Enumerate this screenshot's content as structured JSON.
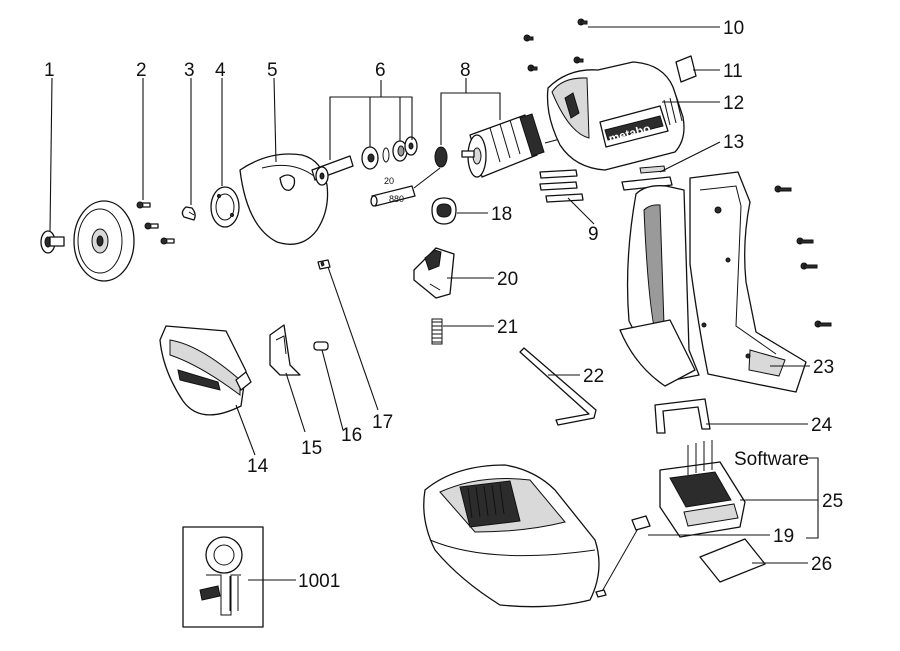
{
  "diagram": {
    "parts": [
      {
        "id": "p1",
        "label": "1"
      },
      {
        "id": "p2",
        "label": "2"
      },
      {
        "id": "p3",
        "label": "3"
      },
      {
        "id": "p4",
        "label": "4"
      },
      {
        "id": "p5",
        "label": "5"
      },
      {
        "id": "p6",
        "label": "6"
      },
      {
        "id": "p8",
        "label": "8"
      },
      {
        "id": "p9",
        "label": "9"
      },
      {
        "id": "p10",
        "label": "10"
      },
      {
        "id": "p11",
        "label": "11"
      },
      {
        "id": "p12",
        "label": "12"
      },
      {
        "id": "p13",
        "label": "13"
      },
      {
        "id": "p14",
        "label": "14"
      },
      {
        "id": "p15",
        "label": "15"
      },
      {
        "id": "p16",
        "label": "16"
      },
      {
        "id": "p17",
        "label": "17"
      },
      {
        "id": "p18",
        "label": "18"
      },
      {
        "id": "p19",
        "label": "19"
      },
      {
        "id": "p20",
        "label": "20"
      },
      {
        "id": "p21",
        "label": "21"
      },
      {
        "id": "p22",
        "label": "22"
      },
      {
        "id": "p23",
        "label": "23"
      },
      {
        "id": "p24",
        "label": "24"
      },
      {
        "id": "p25",
        "label": "25"
      },
      {
        "id": "p26",
        "label": "26"
      },
      {
        "id": "p1001",
        "label": "1001"
      }
    ],
    "software_label": "Software",
    "brand_logo": "metabo",
    "motor_marking_top": "20",
    "motor_marking_bottom": "880"
  }
}
